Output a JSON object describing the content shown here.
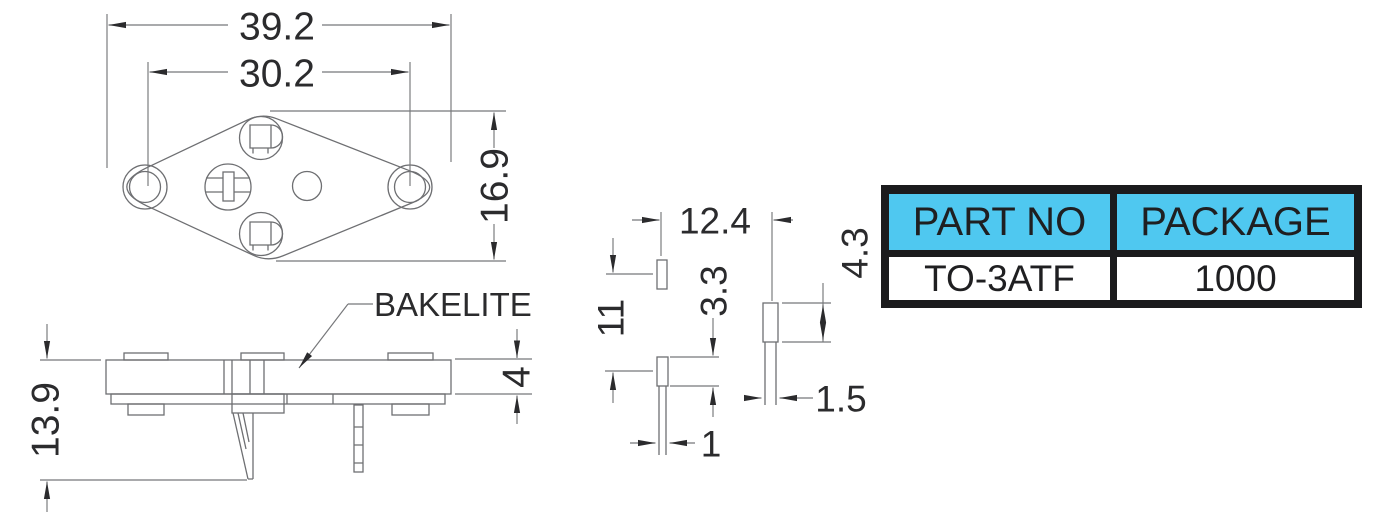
{
  "top_view": {
    "overall_width": "39.2",
    "hole_spacing": "30.2",
    "overall_height": "16.9"
  },
  "side_view": {
    "total_height": "13.9",
    "body_thickness": "4",
    "material_label": "BAKELITE"
  },
  "pin_detail": {
    "pin_pitch": "12.4",
    "pin_length": "11",
    "left_segment_height": "3.3",
    "left_pin_width": "1",
    "right_segment_height": "4.3",
    "right_pin_width": "1.5"
  },
  "table": {
    "headers": [
      "PART NO",
      "PACKAGE"
    ],
    "rows": [
      [
        "TO-3ATF",
        "1000"
      ]
    ]
  },
  "colors": {
    "line_gray": "#6e6f72",
    "dimension_text": "#2b2b2d",
    "table_border": "#1b1b1d",
    "table_header_bg": "#4fc8f0",
    "table_cell_bg": "#ffffff"
  }
}
